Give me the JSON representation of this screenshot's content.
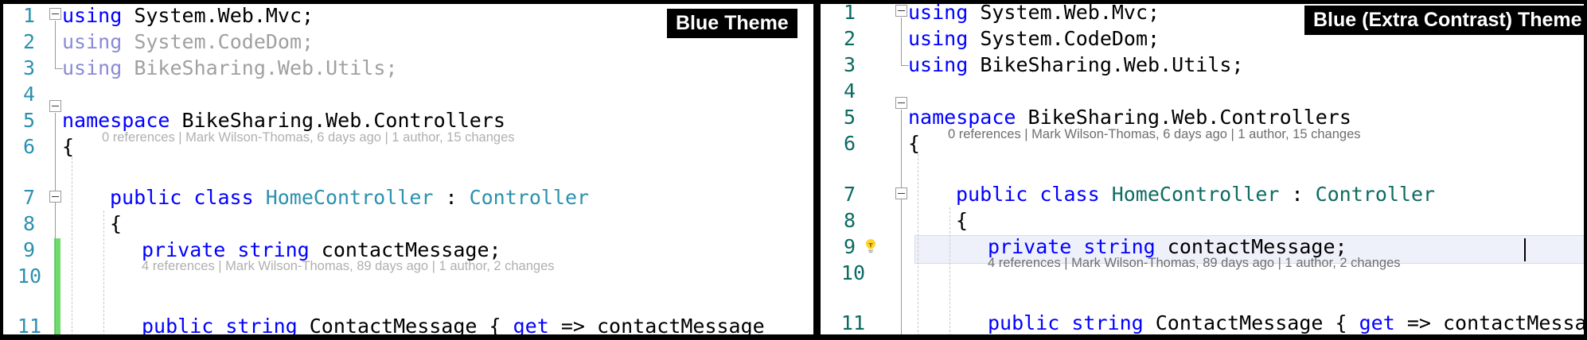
{
  "panels": [
    {
      "id": "left",
      "badge": "Blue Theme",
      "line_numbers": [
        "1",
        "2",
        "3",
        "4",
        "5",
        "6",
        "7",
        "8",
        "9",
        "10",
        "11"
      ],
      "line_number_color": "#2b91af",
      "code_lines": [
        {
          "n": "1",
          "indent": 0,
          "tokens": [
            {
              "t": "using",
              "c": "kw"
            },
            {
              "t": " System.Web.Mvc;",
              "c": "plain"
            }
          ]
        },
        {
          "n": "2",
          "indent": 0,
          "tokens": [
            {
              "t": "using",
              "c": "dimkw"
            },
            {
              "t": " System.CodeDom;",
              "c": "dim"
            }
          ]
        },
        {
          "n": "3",
          "indent": 0,
          "tokens": [
            {
              "t": "using",
              "c": "dimkw"
            },
            {
              "t": " BikeSharing.Web.Utils;",
              "c": "dim"
            }
          ]
        },
        {
          "n": "4",
          "indent": 0,
          "tokens": []
        },
        {
          "n": "5",
          "indent": 0,
          "tokens": [
            {
              "t": "namespace",
              "c": "kw"
            },
            {
              "t": " BikeSharing.Web.Controllers",
              "c": "plain"
            }
          ]
        },
        {
          "n": "6",
          "indent": 1,
          "tokens": [
            {
              "t": "{",
              "c": "plain"
            }
          ]
        },
        {
          "n": "7",
          "indent": 2,
          "tokens": [
            {
              "t": "public",
              "c": "kw"
            },
            {
              "t": " ",
              "c": "plain"
            },
            {
              "t": "class",
              "c": "kw"
            },
            {
              "t": " ",
              "c": "plain"
            },
            {
              "t": "HomeController",
              "c": "type"
            },
            {
              "t": " : ",
              "c": "plain"
            },
            {
              "t": "Controller",
              "c": "type"
            }
          ]
        },
        {
          "n": "8",
          "indent": 2,
          "tokens": [
            {
              "t": "{",
              "c": "plain"
            }
          ]
        },
        {
          "n": "9",
          "indent": 3,
          "tokens": [
            {
              "t": "private",
              "c": "kw"
            },
            {
              "t": " ",
              "c": "plain"
            },
            {
              "t": "string",
              "c": "kw"
            },
            {
              "t": " contactMessage;",
              "c": "plain"
            }
          ]
        },
        {
          "n": "10",
          "indent": 0,
          "tokens": []
        },
        {
          "n": "11",
          "indent": 3,
          "tokens": [
            {
              "t": "public",
              "c": "kw"
            },
            {
              "t": " ",
              "c": "plain"
            },
            {
              "t": "string",
              "c": "kw"
            },
            {
              "t": " ContactMessage { ",
              "c": "plain"
            },
            {
              "t": "get",
              "c": "kw"
            },
            {
              "t": " => contactMessage",
              "c": "plain"
            }
          ]
        }
      ],
      "codelens": [
        {
          "above_line": "7",
          "text": "0 references | Mark Wilson-Thomas, 6 days ago | 1 author, 15 changes"
        },
        {
          "above_line": "11",
          "text": "4 references | Mark Wilson-Thomas, 89 days ago | 1 author, 2 changes"
        }
      ],
      "change_bar": {
        "color": "#6fdb6f",
        "from_line": "9"
      },
      "lightbulb": null,
      "current_line": null
    },
    {
      "id": "right",
      "badge": "Blue (Extra Contrast) Theme",
      "line_numbers": [
        "1",
        "2",
        "3",
        "4",
        "5",
        "6",
        "7",
        "8",
        "9",
        "10",
        "11"
      ],
      "line_number_color": "#0b6a62",
      "code_lines": [
        {
          "n": "1",
          "indent": 0,
          "tokens": [
            {
              "t": "using",
              "c": "kw"
            },
            {
              "t": " System.Web.Mvc;",
              "c": "plain"
            }
          ]
        },
        {
          "n": "2",
          "indent": 0,
          "tokens": [
            {
              "t": "using",
              "c": "dimkw"
            },
            {
              "t": " System.CodeDom;",
              "c": "dim"
            }
          ]
        },
        {
          "n": "3",
          "indent": 0,
          "tokens": [
            {
              "t": "using",
              "c": "dimkw"
            },
            {
              "t": " BikeSharing.Web.Utils;",
              "c": "dim"
            }
          ]
        },
        {
          "n": "4",
          "indent": 0,
          "tokens": []
        },
        {
          "n": "5",
          "indent": 0,
          "tokens": [
            {
              "t": "namespace",
              "c": "kw"
            },
            {
              "t": " BikeSharing.Web.Controllers",
              "c": "plain"
            }
          ]
        },
        {
          "n": "6",
          "indent": 1,
          "tokens": [
            {
              "t": "{",
              "c": "plain"
            }
          ]
        },
        {
          "n": "7",
          "indent": 2,
          "tokens": [
            {
              "t": "public",
              "c": "kw"
            },
            {
              "t": " ",
              "c": "plain"
            },
            {
              "t": "class",
              "c": "kw"
            },
            {
              "t": " ",
              "c": "plain"
            },
            {
              "t": "HomeController",
              "c": "type"
            },
            {
              "t": " : ",
              "c": "plain"
            },
            {
              "t": "Controller",
              "c": "type"
            }
          ]
        },
        {
          "n": "8",
          "indent": 2,
          "tokens": [
            {
              "t": "{",
              "c": "plain"
            }
          ]
        },
        {
          "n": "9",
          "indent": 3,
          "tokens": [
            {
              "t": "private",
              "c": "kw"
            },
            {
              "t": " ",
              "c": "plain"
            },
            {
              "t": "string",
              "c": "kw"
            },
            {
              "t": " contactMessage;",
              "c": "plain"
            }
          ]
        },
        {
          "n": "10",
          "indent": 0,
          "tokens": []
        },
        {
          "n": "11",
          "indent": 3,
          "tokens": [
            {
              "t": "public",
              "c": "kw"
            },
            {
              "t": " ",
              "c": "plain"
            },
            {
              "t": "string",
              "c": "kw"
            },
            {
              "t": " ContactMessage { ",
              "c": "plain"
            },
            {
              "t": "get",
              "c": "kw"
            },
            {
              "t": " => contactMessage",
              "c": "plain"
            }
          ]
        }
      ],
      "codelens": [
        {
          "above_line": "7",
          "text": "0 references | Mark Wilson-Thomas, 6 days ago | 1 author, 15 changes"
        },
        {
          "above_line": "11",
          "text": "4 references | Mark Wilson-Thomas, 89 days ago | 1 author, 2 changes"
        }
      ],
      "change_bar": null,
      "lightbulb": {
        "line": "9",
        "name": "lightbulb-icon",
        "color": "#ffd42a"
      },
      "current_line": {
        "line": "9",
        "fill": "#eef1fa",
        "border": "#d4dbf0"
      }
    }
  ]
}
